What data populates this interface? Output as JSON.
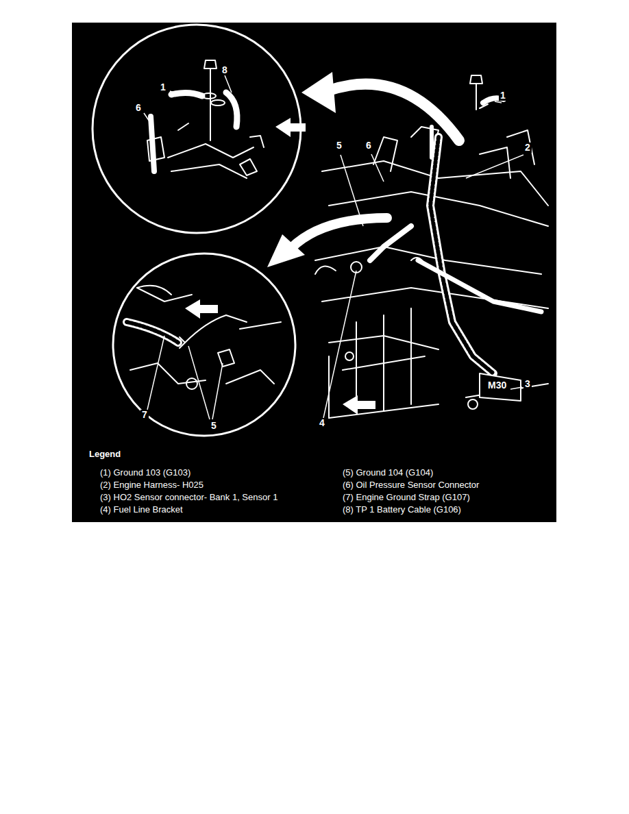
{
  "diagram": {
    "labels": [
      "8",
      "1",
      "6",
      "1",
      "5",
      "6",
      "2",
      "7",
      "5",
      "4",
      "M30",
      "3",
      "Legend"
    ],
    "legend": [
      {
        "text": "(1) Ground 103 (G103)"
      },
      {
        "text": "(2) Engine Harness- H025"
      },
      {
        "text": "(3) HO2 Sensor connector- Bank 1, Sensor 1"
      },
      {
        "text": "(4) Fuel Line Bracket"
      },
      {
        "text": "(5) Ground 104 (G104)"
      },
      {
        "text": "(6) Oil Pressure Sensor Connector"
      },
      {
        "text": "(7) Engine Ground Strap (G107)"
      },
      {
        "text": "(8) TP 1 Battery Cable (G106)"
      }
    ]
  }
}
